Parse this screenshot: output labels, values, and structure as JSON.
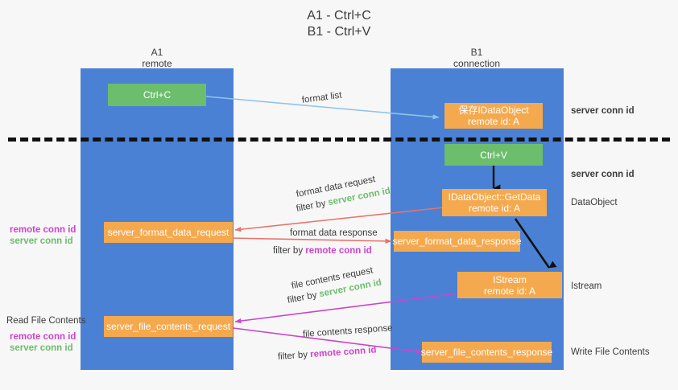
{
  "title": {
    "line1": "A1 - Ctrl+C",
    "line2": "B1 - Ctrl+V"
  },
  "lanes": [
    {
      "name": "A1",
      "sub": "remote"
    },
    {
      "name": "B1",
      "sub": "connection"
    }
  ],
  "nodes": {
    "ctrl_c": {
      "label": "Ctrl+C"
    },
    "ctrl_v": {
      "label": "Ctrl+V"
    },
    "data_object": {
      "label": "保存IDataObject",
      "sub": "remote id: A"
    },
    "get_data": {
      "label": "IDataObject::GetData",
      "sub": "remote id: A"
    },
    "istream": {
      "label": "IStream",
      "sub": "remote id: A"
    },
    "fmt_req": {
      "label": "server_format_data_request"
    },
    "fmt_resp": {
      "label": "server_format_data_response"
    },
    "file_req": {
      "label": "server_file_contents_request"
    },
    "file_resp": {
      "label": "server_file_contents_response"
    }
  },
  "edge_labels": {
    "format_list": "format list",
    "fmt_data_request": "format data request",
    "fmt_data_response": "format data response",
    "file_contents_request": "file contents request",
    "file_contents_response": "file contents response",
    "filter_by": "filter by",
    "server_conn_id": "server conn id",
    "remote_conn_id": "remote conn id"
  },
  "right_labels": {
    "server_conn_id_top": "server conn id",
    "server_conn_id_mid": "server conn id",
    "data_object": "DataObject",
    "istream": "Istream",
    "write_file_contents": "Write File Contents"
  },
  "left_labels": {
    "read_file_contents": "Read File Contents",
    "remote_conn_id": "remote conn id",
    "server_conn_id": "server conn id"
  },
  "colors": {
    "lane": "#4a81d4",
    "orange": "#f5a94e",
    "green_box": "#6cbd6c",
    "green_text": "#6cbd6c",
    "magenta_text": "#cc44cc",
    "arrow_blue": "#8fc4e8",
    "arrow_red": "#e8736a",
    "arrow_magenta": "#cc44cc",
    "arrow_black": "#111111",
    "background": "#f7f7f7"
  }
}
